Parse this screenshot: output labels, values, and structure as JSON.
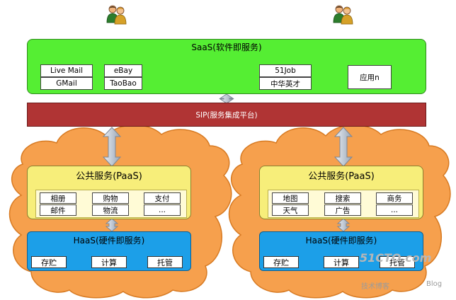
{
  "saas": {
    "title": "SaaS(软件即服务)",
    "apps": [
      "Live Mail",
      "GMail",
      "eBay",
      "TaoBao",
      "51Job",
      "中华英才",
      "应用n"
    ]
  },
  "sip": {
    "label": "SIP(服务集成平台)"
  },
  "clouds": [
    {
      "paas_title": "公共服务(PaaS)",
      "services": [
        "相册",
        "购物",
        "支付",
        "邮件",
        "物流",
        "..."
      ],
      "haas_title": "HaaS(硬件即服务)",
      "hardware": [
        "存贮",
        "计算",
        "托管"
      ]
    },
    {
      "paas_title": "公共服务(PaaS)",
      "services": [
        "地图",
        "搜索",
        "商务",
        "天气",
        "广告",
        "..."
      ],
      "haas_title": "HaaS(硬件即服务)",
      "hardware": [
        "存贮",
        "计算",
        "托管"
      ]
    }
  ],
  "watermark": {
    "site": "51CTO.com",
    "blog": "技术博客",
    "blog_en": "Blog"
  },
  "colors": {
    "saas_bg": "#55ee33",
    "sip_bg": "#b03434",
    "cloud_fill": "#f6a04d",
    "paas_bg": "#f7ee7a",
    "haas_bg": "#1c9fe8"
  }
}
